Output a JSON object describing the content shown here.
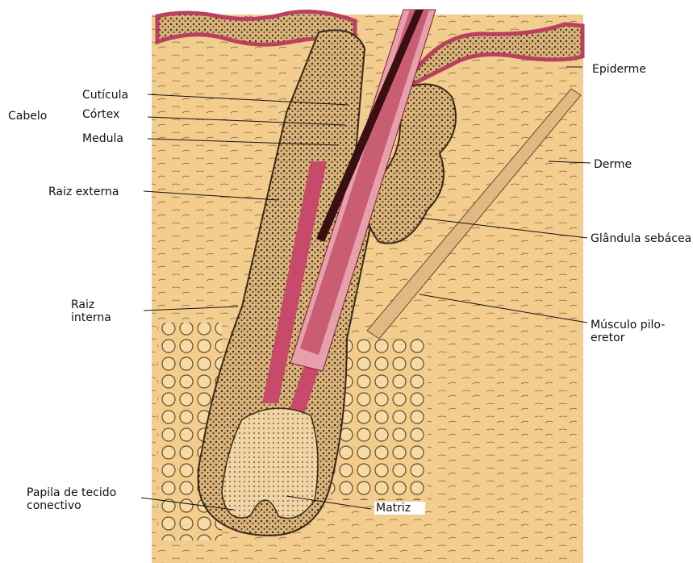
{
  "labels": {
    "cabelo": "Cabelo",
    "cuticula": "Cutícula",
    "cortex": "Córtex",
    "medula": "Medula",
    "raiz_externa": "Raiz externa",
    "raiz_interna": "Raiz\ninterna",
    "papila": "Papila de tecido\nconectivo",
    "matriz": "Matriz",
    "epiderme": "Epiderme",
    "derme": "Derme",
    "glandula": "Glândula sebácea",
    "musculo": "Músculo pilo-\neretor"
  },
  "colors": {
    "dermis": "#f2cd8e",
    "epidermis_edge": "#b9405f",
    "hair_shaft_outer": "#d87a8e",
    "medulla": "#3a0f12",
    "sheath": "#c84a6a",
    "cells": "#c9a066",
    "cell_dots": "#3a2a1a"
  }
}
